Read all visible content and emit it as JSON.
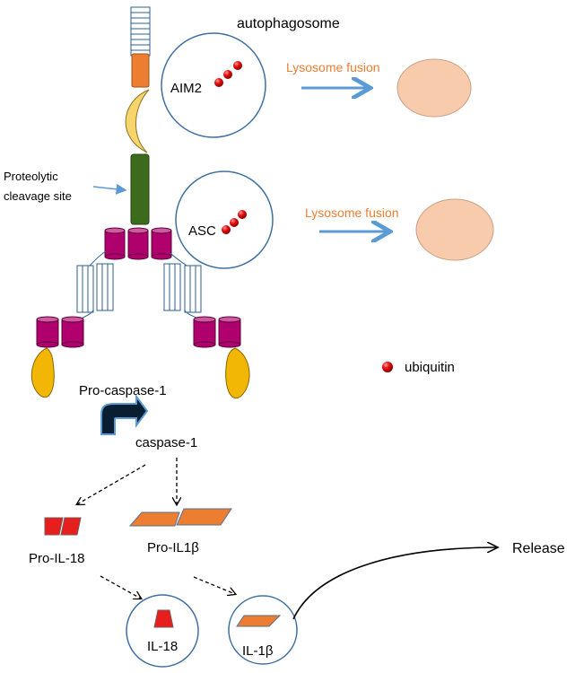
{
  "labels": {
    "autophagosome": "autophagosome",
    "aim2": "AIM2",
    "asc": "ASC",
    "lysosome_fusion_1": "Lysosome fusion",
    "lysosome_fusion_2": "Lysosome fusion",
    "cleavage_line1": "Proteolytic",
    "cleavage_line2": "cleavage site",
    "ubiquitin": "ubiquitin",
    "pro_caspase": "Pro-caspase-1",
    "caspase": "caspase-1",
    "pro_il18": "Pro-IL-18",
    "pro_il1b": "Pro-IL1β",
    "il18": "IL-18",
    "il1b": "IL-1β",
    "release": "Release"
  },
  "colors": {
    "arrow_blue": "#5B9BD5",
    "circle_border": "#3F6FA0",
    "lysosome": "#F8CBAD",
    "ubiquitin_red": "#E00000",
    "magenta": "#B0006E",
    "dark_green": "#3D6B1E",
    "orange": "#ED7D31",
    "gold": "#F2B705",
    "red_fragment": "#E61E1E",
    "label_orange": "#ED7D31"
  }
}
